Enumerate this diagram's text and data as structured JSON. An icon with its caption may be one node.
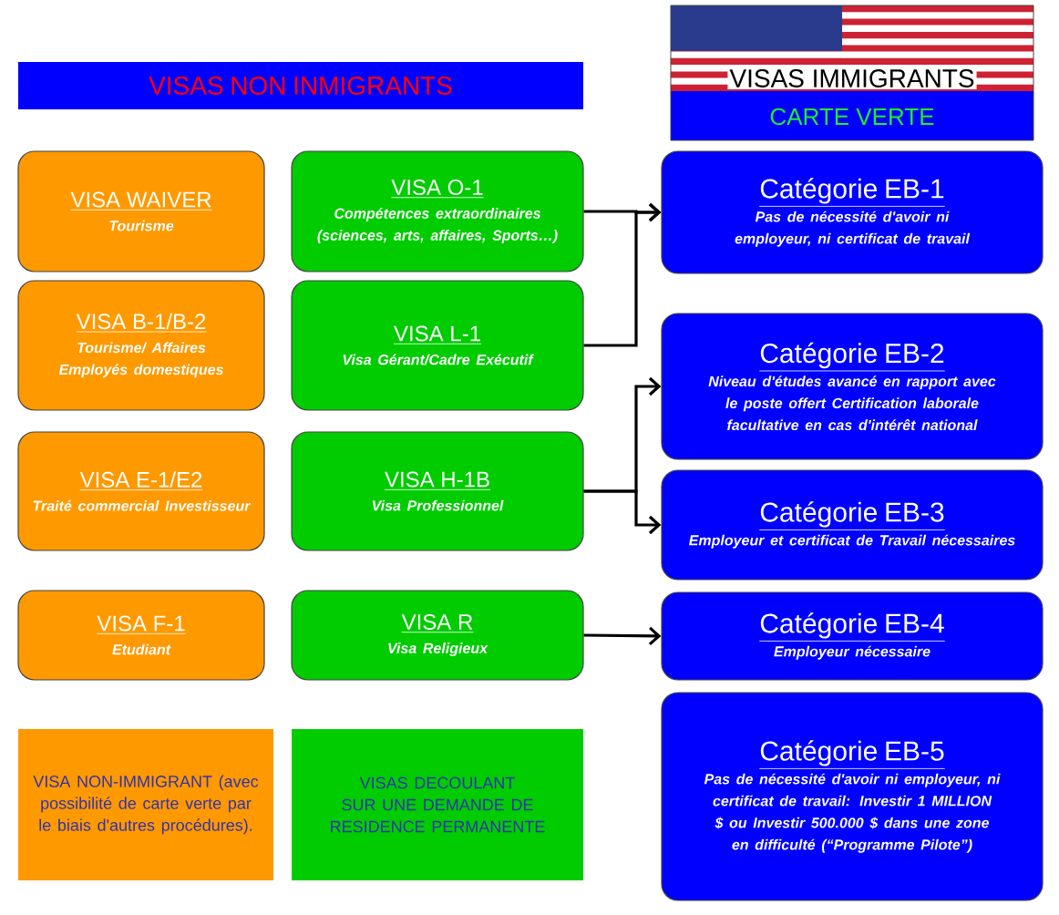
{
  "diagram": {
    "nodes": [
      {
        "text": [
          "VISAS NON INMIGRANTS"
        ]
      },
      {
        "text": [
          "VISAS IMMIGRANTS",
          "CARTE VERTE"
        ]
      },
      {
        "text": [
          "VISA WAIVER",
          "Tourisme"
        ]
      },
      {
        "text": [
          "VISA O-1",
          "Compétences extraordinaires (sciences, arts, affaires, Sports…)"
        ]
      },
      {
        "text": [
          "Catégorie EB-1",
          "Pas de nécessité d'avoir ni employeur, ni certificat de travail"
        ]
      },
      {
        "text": [
          "VISA B-1/B-2",
          "Tourisme/ Affaires Employés domestiques"
        ]
      },
      {
        "text": [
          "VISA L-1",
          "Visa Gérant/Cadre Exécutif"
        ]
      },
      {
        "text": [
          "Catégorie EB-2",
          "Niveau d'études avancé en rapport avec le poste offert Certification laborale facultative en cas d'intérêt national"
        ]
      },
      {
        "text": [
          "VISA E-1/E2",
          "Traité commercial Investisseur"
        ]
      },
      {
        "text": [
          "VISA H-1B",
          "Visa Professionnel"
        ]
      },
      {
        "text": [
          "Catégorie EB-3",
          "Employeur et certificat de Travail nécessaires"
        ]
      },
      {
        "text": [
          "VISA F-1",
          "Etudiant"
        ]
      },
      {
        "text": [
          "VISA R",
          "Visa Religieux"
        ]
      },
      {
        "text": [
          "Catégorie EB-4",
          "Employeur nécessaire"
        ]
      },
      {
        "text": [
          "Catégorie EB-5",
          "Pas de nécessité d'avoir ni employeur, ni certificat de travail: Investir 1 MILLION $ ou Investir 500.000 $ dans une zone en difficulté (“Programme Pilote”)"
        ]
      },
      {
        "text": [
          "VISA NON-IMMIGRANT (avec possibilité de carte verte par le biais d'autres procédures)."
        ]
      },
      {
        "text": [
          "VISAS DECOULANT SUR UNE DEMANDE DE RESIDENCE PERMANENTE"
        ]
      }
    ],
    "edges": [
      {
        "from": 3,
        "to": 4,
        "arrow": "to"
      },
      {
        "from": 6,
        "to": 4,
        "arrow": "to"
      },
      {
        "from": 9,
        "to": 7,
        "arrow": "to"
      },
      {
        "from": 9,
        "to": 10,
        "arrow": "to"
      },
      {
        "from": 12,
        "to": 13,
        "arrow": "to"
      }
    ]
  }
}
